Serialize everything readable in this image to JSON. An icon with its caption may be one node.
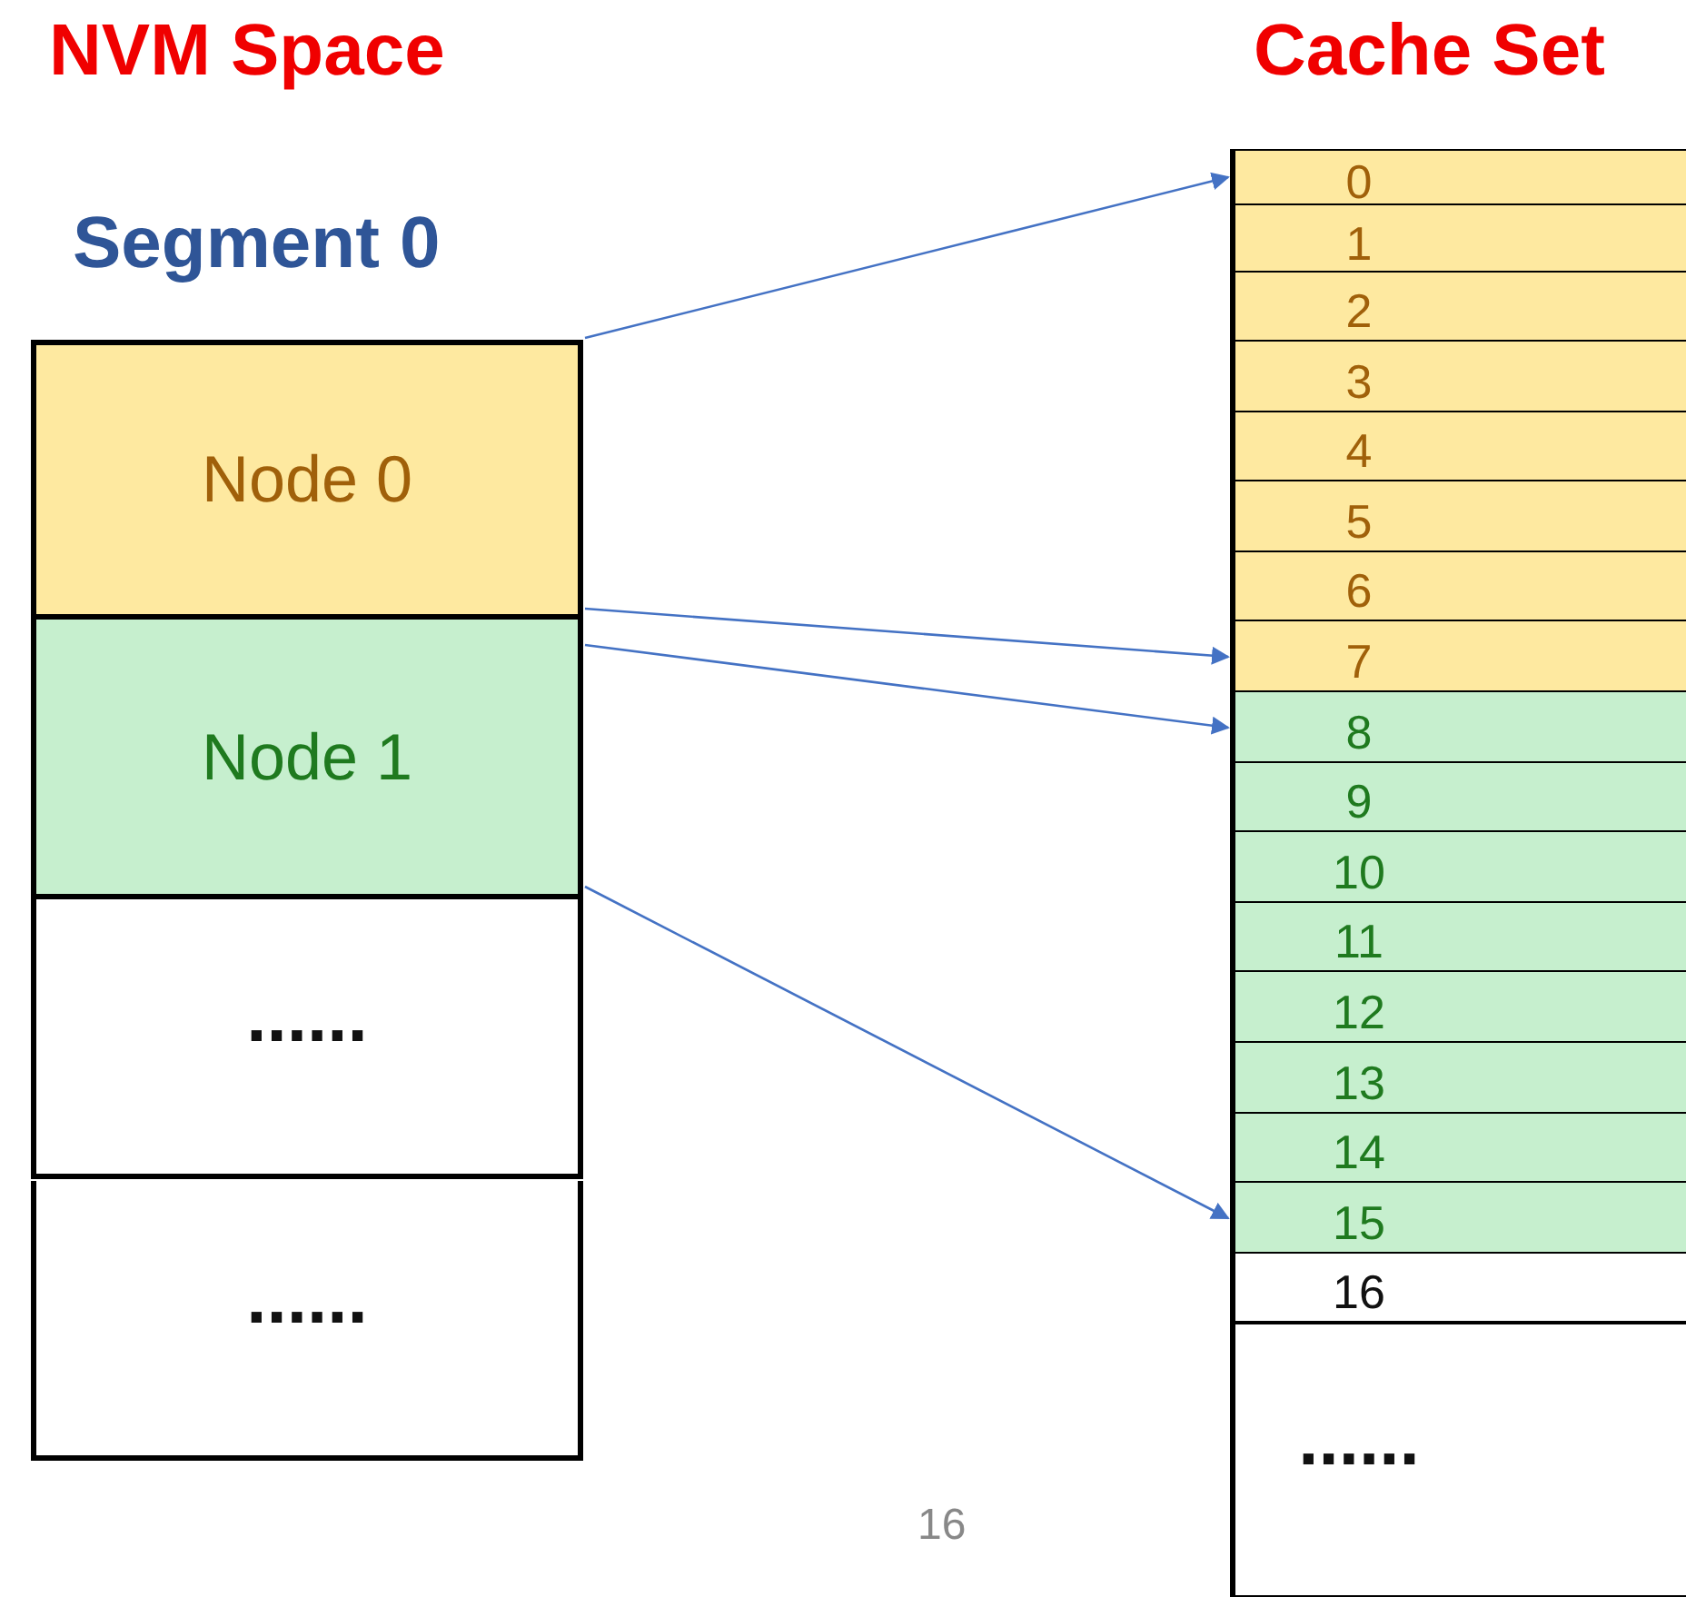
{
  "diagram": {
    "nodes": [
      {
        "text": [
          "Node 0"
        ]
      },
      {
        "text": [
          "Node 1"
        ]
      },
      {
        "text": [
          "......"
        ]
      },
      {
        "text": [
          "......"
        ]
      },
      {
        "text": [
          "0"
        ]
      },
      {
        "text": [
          "1"
        ]
      },
      {
        "text": [
          "2"
        ]
      },
      {
        "text": [
          "3"
        ]
      },
      {
        "text": [
          "4"
        ]
      },
      {
        "text": [
          "5"
        ]
      },
      {
        "text": [
          "6"
        ]
      },
      {
        "text": [
          "7"
        ]
      },
      {
        "text": [
          "8"
        ]
      },
      {
        "text": [
          "9"
        ]
      },
      {
        "text": [
          "10"
        ]
      },
      {
        "text": [
          "11"
        ]
      },
      {
        "text": [
          "12"
        ]
      },
      {
        "text": [
          "13"
        ]
      },
      {
        "text": [
          "14"
        ]
      },
      {
        "text": [
          "15"
        ]
      },
      {
        "text": [
          "16"
        ]
      },
      {
        "text": [
          "......"
        ]
      }
    ],
    "edges": [
      {
        "from": 0,
        "to": 4,
        "arrow": "to"
      },
      {
        "from": 0,
        "to": 11,
        "arrow": "to"
      },
      {
        "from": 1,
        "to": 12,
        "arrow": "to"
      },
      {
        "from": 1,
        "to": 19,
        "arrow": "to"
      }
    ],
    "labels": [
      "NVM Space",
      "Cache Set",
      "Segment 0",
      "16"
    ]
  }
}
